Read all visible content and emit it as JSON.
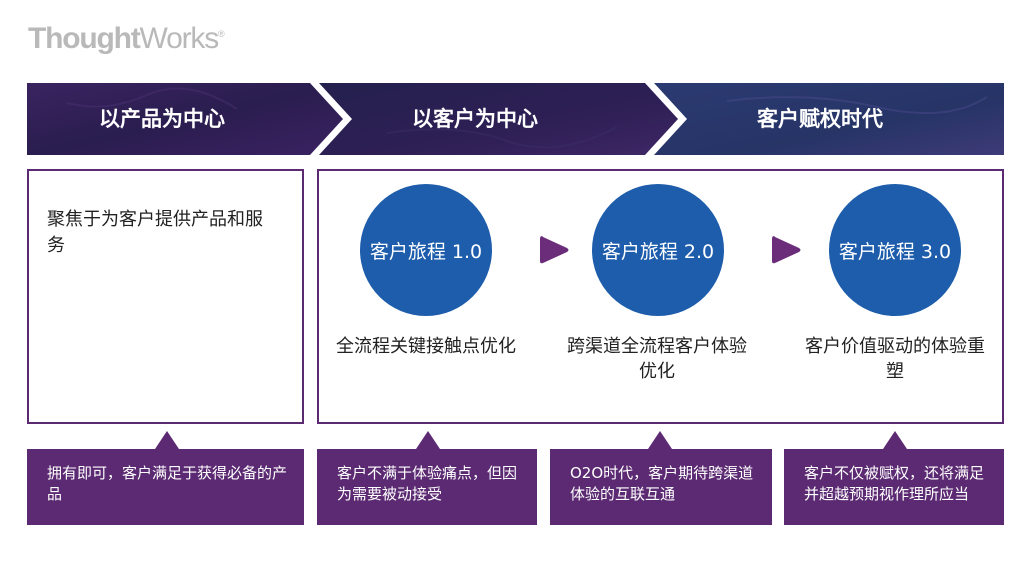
{
  "logo": {
    "bold": "Thought",
    "light": "Works",
    "mark": "®"
  },
  "stages": [
    {
      "label": "以产品为中心"
    },
    {
      "label": "以客户为中心"
    },
    {
      "label": "客户赋权时代"
    }
  ],
  "product_box": {
    "text": "聚焦于为客户提供产品和服务"
  },
  "journeys": [
    {
      "title": "客户旅程 1.0",
      "desc": "全流程关键接触点优化"
    },
    {
      "title": "客户旅程 2.0",
      "desc": "跨渠道全流程客户体验优化"
    },
    {
      "title": "客户旅程 3.0",
      "desc": "客户价值驱动的体验重塑"
    }
  ],
  "callouts": [
    {
      "text": "拥有即可，客户满足于获得必备的产品"
    },
    {
      "text": "客户不满于体验痛点，但因为需要被动接受"
    },
    {
      "text": "O2O时代，客户期待跨渠道体验的互联互通"
    },
    {
      "text": "客户不仅被赋权，还将满足并超越预期视作理所应当"
    }
  ],
  "colors": {
    "banner_dark": "#2a1d4f",
    "banner_purple": "#5b2a72",
    "circle_blue": "#1d5dab",
    "callout_purple": "#5b2a72",
    "arrow_purple": "#6b2c7a"
  }
}
